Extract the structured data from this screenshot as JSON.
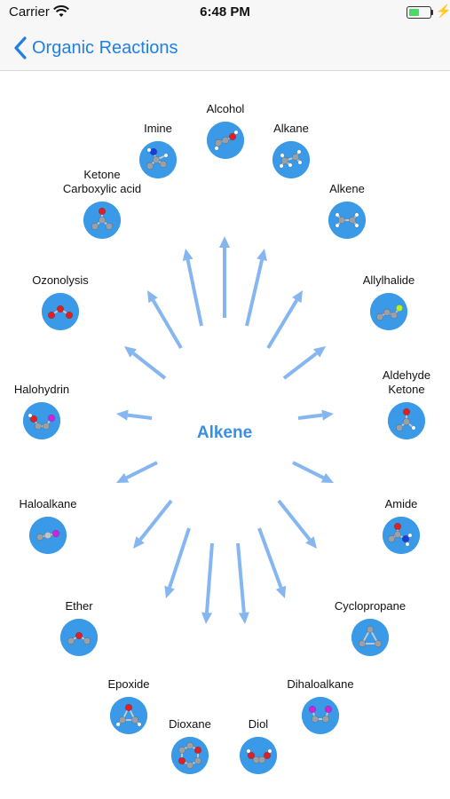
{
  "status_bar": {
    "carrier": "Carrier",
    "time": "6:48 PM",
    "battery_level": 0.45,
    "battery_color": "#4cd964"
  },
  "nav": {
    "back_label": "Organic Reactions",
    "back_icon": "chevron-left-icon",
    "accent_color": "#1f7fe5"
  },
  "wheel": {
    "center": "Alkene",
    "center_color": "#3b8ee0",
    "arrow_color": "#86b6f0",
    "circle_color": "#3a9ae8",
    "nodes": [
      {
        "label": "Alcohol",
        "icon": "alcohol-molecule-icon"
      },
      {
        "label": "Alkane",
        "icon": "alkane-molecule-icon"
      },
      {
        "label": "Alkene",
        "icon": "alkene-molecule-icon"
      },
      {
        "label": "Allylhalide",
        "icon": "allylhalide-molecule-icon"
      },
      {
        "label": "Aldehyde\nKetone",
        "icon": "aldehyde-ketone-molecule-icon"
      },
      {
        "label": "Amide",
        "icon": "amide-molecule-icon"
      },
      {
        "label": "Cyclopropane",
        "icon": "cyclopropane-molecule-icon"
      },
      {
        "label": "Dihaloalkane",
        "icon": "dihaloalkane-molecule-icon"
      },
      {
        "label": "Diol",
        "icon": "diol-molecule-icon"
      },
      {
        "label": "Dioxane",
        "icon": "dioxane-molecule-icon"
      },
      {
        "label": "Epoxide",
        "icon": "epoxide-molecule-icon"
      },
      {
        "label": "Ether",
        "icon": "ether-molecule-icon"
      },
      {
        "label": "Haloalkane",
        "icon": "haloalkane-molecule-icon"
      },
      {
        "label": "Halohydrin",
        "icon": "halohydrin-molecule-icon"
      },
      {
        "label": "Ozonolysis",
        "icon": "ozonolysis-molecule-icon"
      },
      {
        "label": "Ketone\nCarboxylic acid",
        "icon": "ketone-carboxylic-acid-molecule-icon"
      },
      {
        "label": "Imine",
        "icon": "imine-molecule-icon"
      }
    ]
  }
}
